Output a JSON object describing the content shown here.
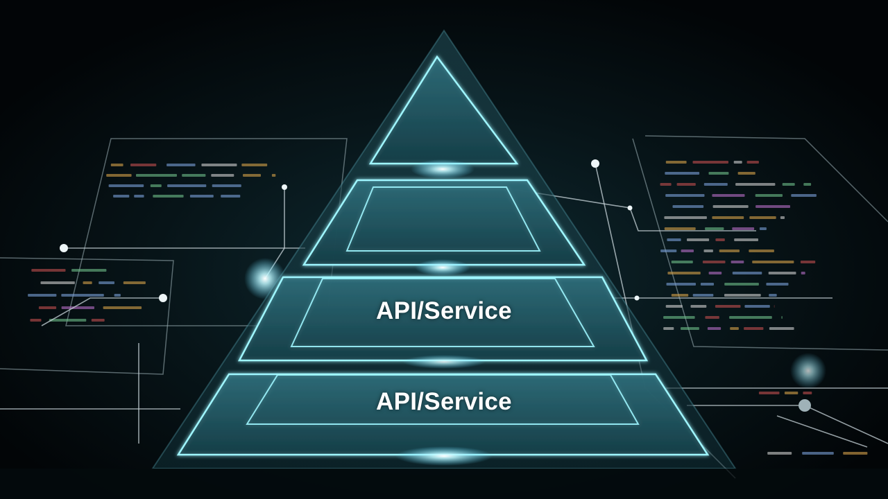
{
  "diagram": {
    "type": "layered-pyramid",
    "layers": [
      {
        "name": "top",
        "label": ""
      },
      {
        "name": "second",
        "label": ""
      },
      {
        "name": "third",
        "label": "API/Service"
      },
      {
        "name": "base",
        "label": "API/Service"
      }
    ]
  },
  "colors": {
    "background": "#04090c",
    "glass": "#1e5663",
    "edge_glow": "#9ff6ff",
    "line": "#c7d3d8",
    "label": "#ffffff"
  }
}
